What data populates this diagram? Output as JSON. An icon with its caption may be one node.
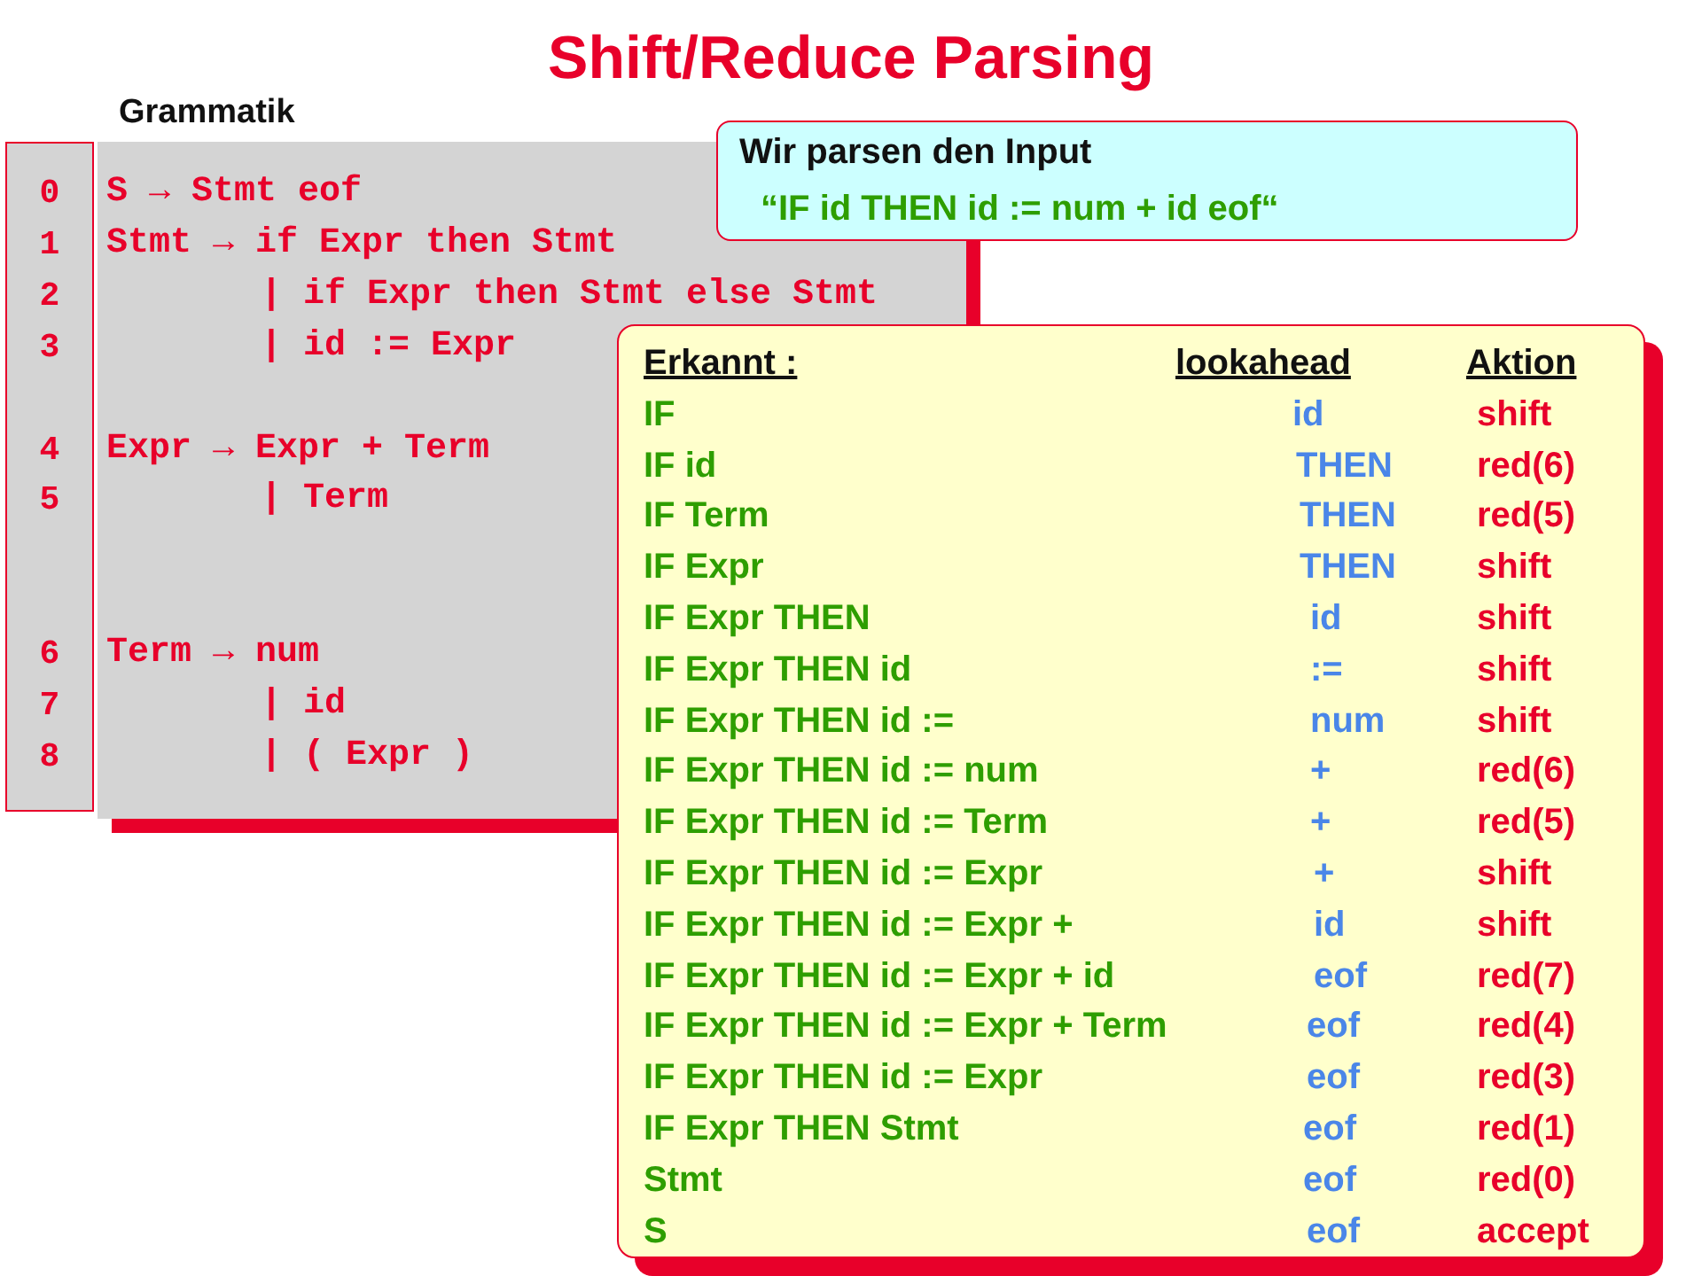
{
  "diagram": {
    "title": "Shift/Reduce Parsing",
    "nodes": [
      {
        "text": [
          "Grammatik"
        ]
      },
      {
        "text": [
          "Wir parsen den Input",
          "“IF  id THEN id := num + id eof“"
        ]
      },
      {
        "text": [],
        "shape": "box"
      }
    ],
    "labels": [
      "0",
      "1",
      "2",
      "3",
      "4",
      "5",
      "6",
      "7",
      "8",
      "S → Stmt eof",
      "Stmt → if Expr then Stmt",
      "| if Expr then Stmt else Stmt",
      "| id := Expr",
      "Expr → Expr + Term",
      "| Term",
      "Term → num",
      "| id",
      "| ( Expr )",
      "Erkannt :",
      "lookahead",
      "Aktion",
      "IF",
      "id",
      "shift",
      "IF id",
      "THEN",
      "red(6)",
      "IF Term",
      "THEN",
      "red(5)",
      "IF Expr",
      "THEN",
      "shift",
      "IF Expr THEN",
      "id",
      "shift",
      "IF Expr THEN id",
      ":=",
      "shift",
      "IF Expr THEN id :=",
      "num",
      "shift",
      "IF Expr THEN id := num",
      "+",
      "red(6)",
      "IF Expr THEN id := Term",
      "+",
      "red(5)",
      "IF Expr THEN id := Expr",
      "+",
      "shift",
      "IF Expr THEN id := Expr +",
      "id",
      "shift",
      "IF Expr THEN id := Expr + id",
      "eof",
      "red(7)",
      "IF Expr THEN id := Expr + Term",
      "eof",
      "red(4)",
      "IF Expr THEN id := Expr",
      "eof",
      "red(3)",
      "IF Expr THEN Stmt",
      "eof",
      "red(1)",
      "Stmt",
      "eof",
      "red(0)",
      "S",
      "eof",
      "accept"
    ]
  }
}
